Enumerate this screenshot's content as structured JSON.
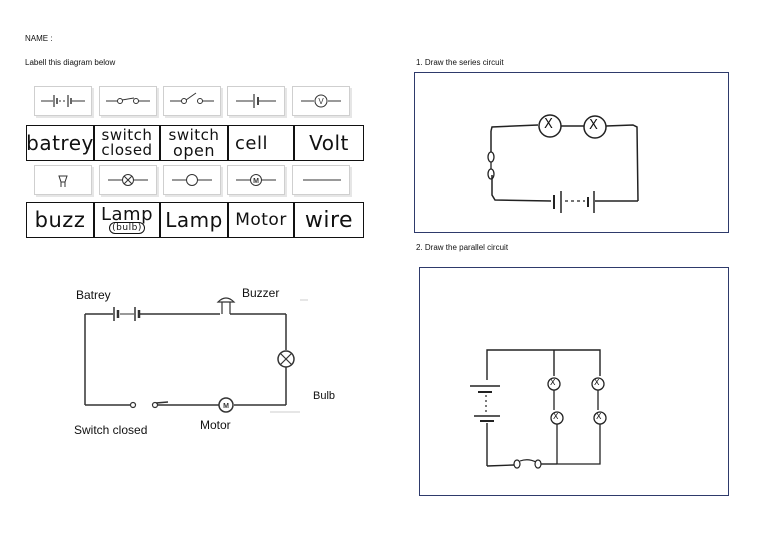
{
  "header": {
    "name_label": "NAME :",
    "instruction": "Labell this diagram below"
  },
  "questions": {
    "q1": "1.    Draw the series circuit",
    "q2": "2.    Draw the parallel circuit"
  },
  "row1": {
    "symbols": [
      "battery-symbol",
      "switch-closed-symbol",
      "switch-open-symbol",
      "cell-symbol",
      "voltmeter-symbol"
    ],
    "labels": [
      {
        "line1": "batrey",
        "line2": ""
      },
      {
        "line1": "switch",
        "line2": "closed"
      },
      {
        "line1": "switch",
        "line2": "open"
      },
      {
        "line1": "cell",
        "line2": ""
      },
      {
        "line1": "Volt",
        "line2": ""
      }
    ]
  },
  "row2": {
    "symbols": [
      "buzzer-symbol",
      "lamp-symbol",
      "lamp-bulb-symbol",
      "motor-symbol",
      "wire-symbol"
    ],
    "labels": [
      {
        "line1": "buzz",
        "line2": ""
      },
      {
        "line1": "Lamp",
        "line2": "(bulb)"
      },
      {
        "line1": "Lamp",
        "line2": ""
      },
      {
        "line1": "Motor",
        "line2": ""
      },
      {
        "line1": "wire",
        "line2": ""
      }
    ]
  },
  "circuit_diagram": {
    "battery_label": "Batrey",
    "buzzer_label": "Buzzer",
    "bulb_label": "Bulb",
    "switch_label": "Switch closed",
    "motor_label": "Motor",
    "motor_symbol_letter": "M"
  },
  "series_drawing": {
    "lamp_marks": [
      "X",
      "X"
    ]
  },
  "parallel_drawing": {
    "lamp_marks": [
      "X",
      "X",
      "X",
      "X"
    ]
  }
}
